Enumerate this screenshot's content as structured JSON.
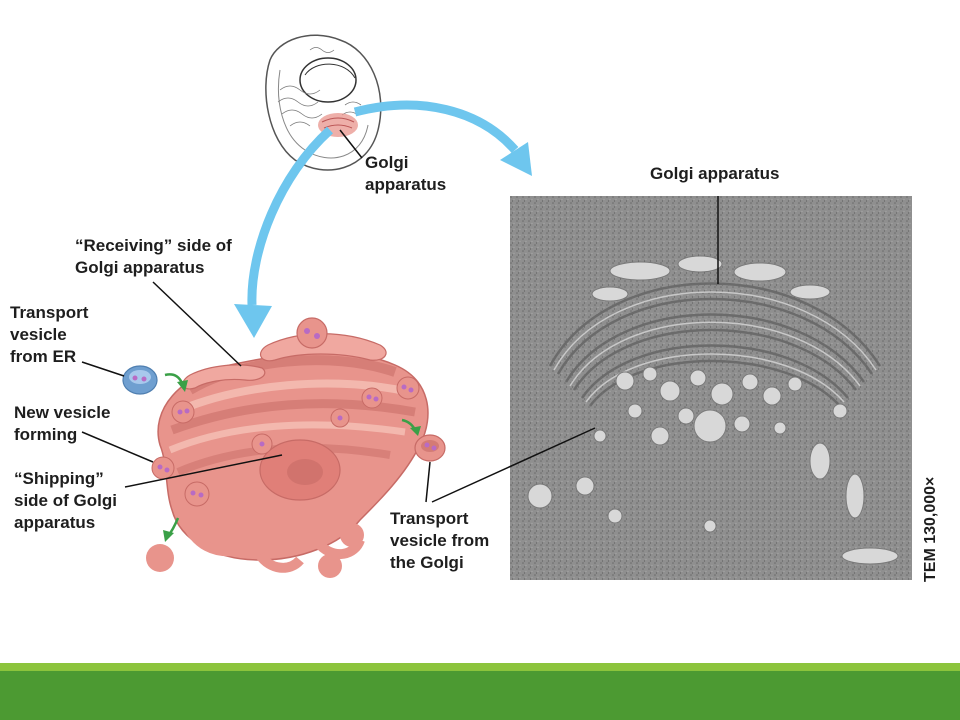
{
  "labels": {
    "golgi_top": "Golgi\napparatus",
    "receiving": "“Receiving” side of\nGolgi apparatus",
    "transport_er": "Transport\nvesicle\nfrom ER",
    "new_vesicle": "New vesicle\nforming",
    "shipping": "“Shipping”\nside of Golgi\napparatus",
    "transport_golgi": "Transport\nvesicle from\nthe Golgi",
    "golgi_micrograph": "Golgi apparatus",
    "tem": "TEM 130,000×"
  },
  "colors": {
    "golgi_fill": "#e8948c",
    "golgi_dark": "#c76b66",
    "golgi_light": "#f3b8ae",
    "vesicle_dot": "#b86bc4",
    "er_vesicle": "#6f9fd0",
    "arrow_blue": "#6ec6ee",
    "arrow_green": "#3aa047",
    "micrograph_bg": "#8f8f8f",
    "footer_light": "#8cc43c",
    "footer_dark": "#4c9a32"
  }
}
